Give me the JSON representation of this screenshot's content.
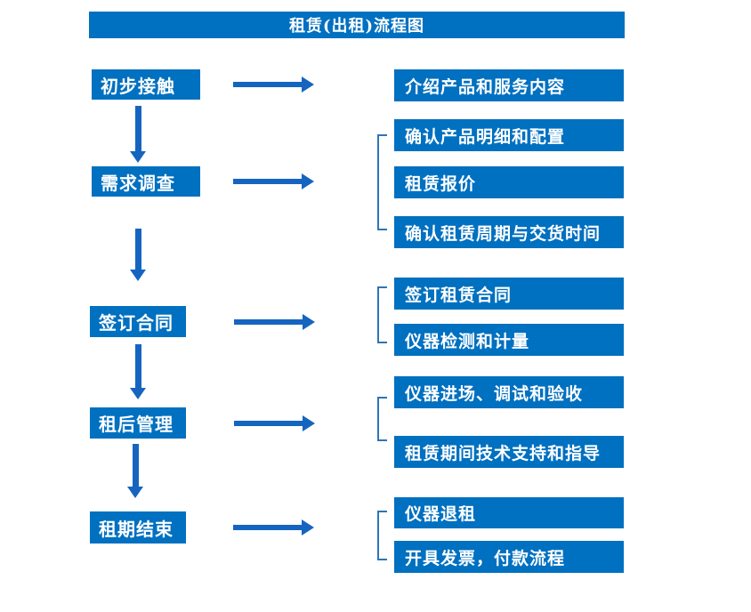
{
  "title": "租赁(出租)流程图",
  "colors": {
    "box_fill": "#0070C0",
    "arrow": "#1565C0",
    "bracket": "#2E75B6",
    "text": "#FFFFFF",
    "background": "#FFFFFF"
  },
  "stages": [
    {
      "label": "初步接触",
      "outputs": [
        "介绍产品和服务内容"
      ]
    },
    {
      "label": "需求调查",
      "outputs": [
        "确认产品明细和配置",
        "租赁报价",
        "确认租赁周期与交货时间"
      ]
    },
    {
      "label": "签订合同",
      "outputs": [
        "签订租赁合同",
        "仪器检测和计量"
      ]
    },
    {
      "label": "租后管理",
      "outputs": [
        "仪器进场、调试和验收",
        "租赁期间技术支持和指导"
      ]
    },
    {
      "label": "租期结束",
      "outputs": [
        "仪器退租",
        "开具发票，付款流程"
      ]
    }
  ]
}
